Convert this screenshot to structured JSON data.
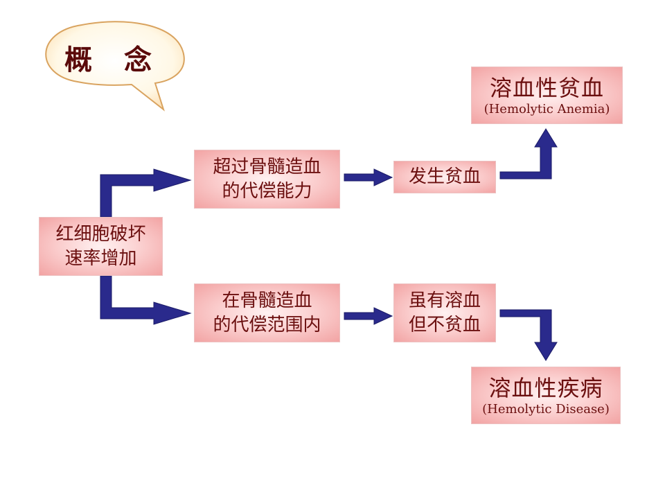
{
  "title": "概 念",
  "boxes": {
    "cause": {
      "lines": [
        "红细胞破坏",
        "速率增加"
      ]
    },
    "exceed": {
      "lines": [
        "超过骨髓造血",
        "的代偿能力"
      ]
    },
    "within": {
      "lines": [
        "在骨髓造血",
        "的代偿范围内"
      ]
    },
    "anemia_occurs": {
      "lines": [
        "发生贫血"
      ]
    },
    "no_anemia": {
      "lines": [
        "虽有溶血",
        "但不贫血"
      ]
    },
    "hemolytic_anemia": {
      "zh": "溶血性贫血",
      "en": "(Hemolytic Anemia)"
    },
    "hemolytic_disease": {
      "zh": "溶血性疾病",
      "en": "(Hemolytic Disease)"
    }
  },
  "colors": {
    "box_text": "#6b0f0f",
    "box_fill": "#f7b9b9",
    "arrow_fill": "#2a2a8c",
    "callout_fill": "#fffbe8",
    "callout_stroke": "#d9a35f",
    "title_text": "#5a0a0a"
  }
}
